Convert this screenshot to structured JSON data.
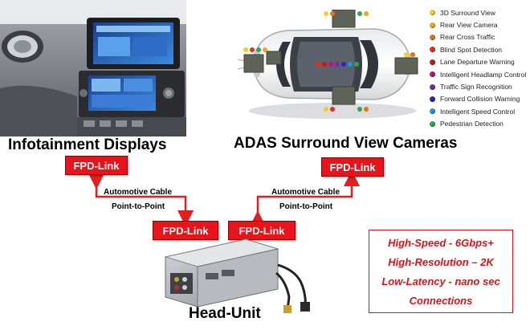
{
  "headings": {
    "infotainment": "Infotainment Displays",
    "adas": "ADAS Surround View Cameras",
    "head_unit": "Head-Unit"
  },
  "fpd_link_label": "FPD-Link",
  "cables": {
    "left": {
      "line1": "Automotive Cable",
      "line2": "Point-to-Point"
    },
    "right": {
      "line1": "Automotive Cable",
      "line2": "Point-to-Point"
    }
  },
  "legend": [
    {
      "label": "3D Surround View",
      "color": "#f2d21c"
    },
    {
      "label": "Rear View Camera",
      "color": "#f0a818"
    },
    {
      "label": "Rear Cross Traffic",
      "color": "#e8741a"
    },
    {
      "label": "Blind Spot Detection",
      "color": "#e0301e"
    },
    {
      "label": "Lane Departure Warning",
      "color": "#c81818"
    },
    {
      "label": "Intelligent Headlamp Control",
      "color": "#b0188a"
    },
    {
      "label": "Traffic Sign Recognition",
      "color": "#7a2aa8"
    },
    {
      "label": "Forward Collision Warning",
      "color": "#2a2ab0"
    },
    {
      "label": "Intelligent Speed Control",
      "color": "#1a9ad8"
    },
    {
      "label": "Pedestrian Detection",
      "color": "#2aa84a"
    }
  ],
  "features": [
    "High-Speed - 6Gbps+",
    "High-Resolution – 2K",
    "Low-Latency - nano sec",
    "Connections"
  ],
  "colors": {
    "accent_red": "#e8141b",
    "arrow_red": "#e02020"
  }
}
